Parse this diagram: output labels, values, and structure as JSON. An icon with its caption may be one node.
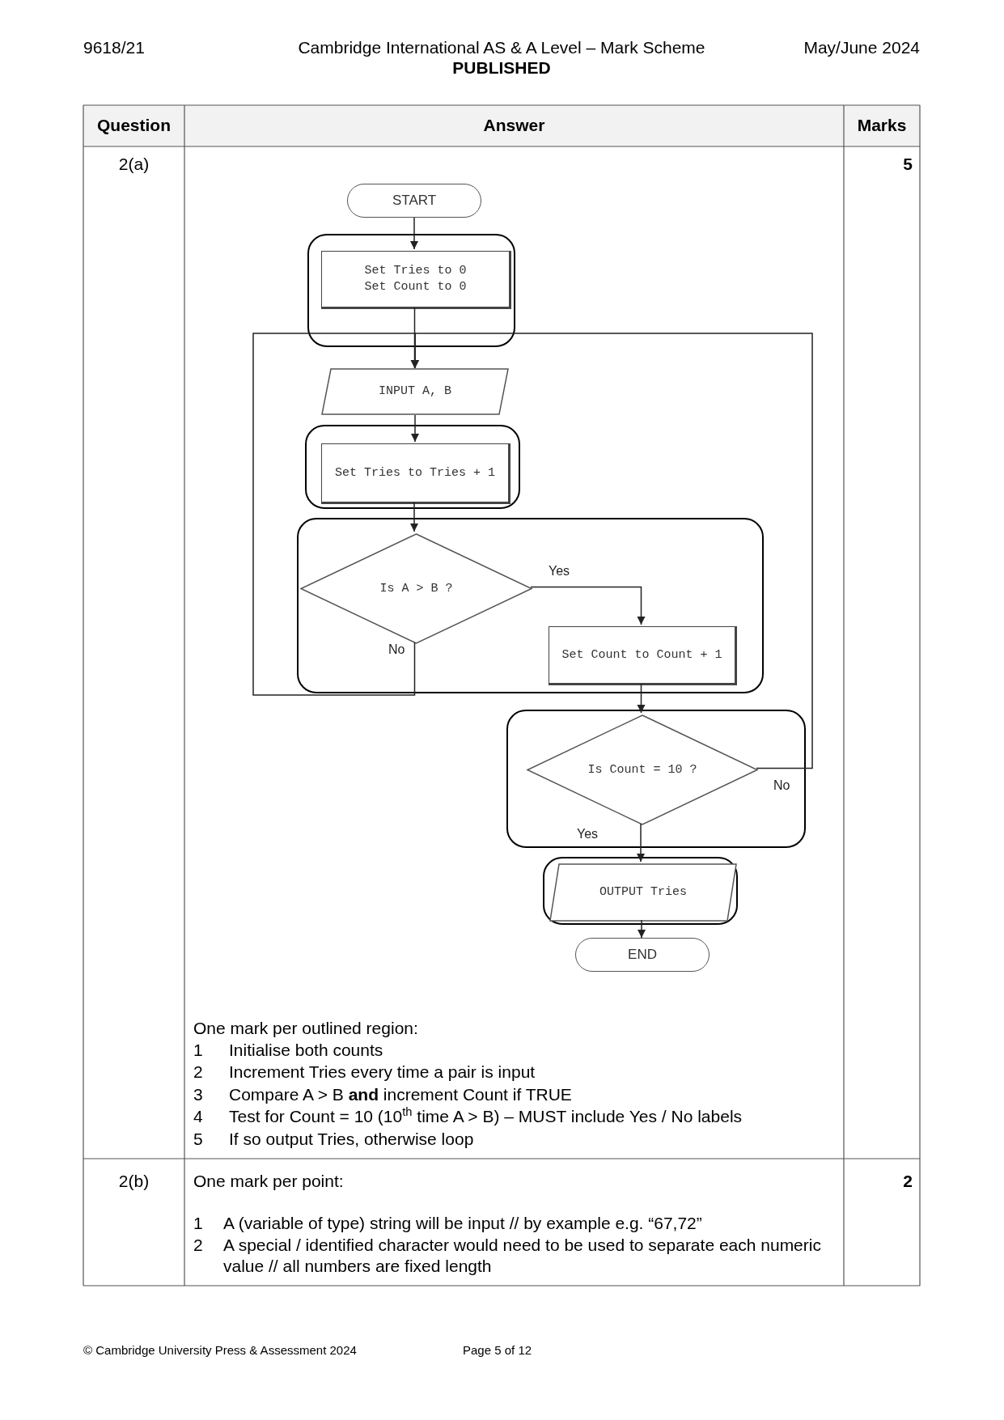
{
  "diagram": {
    "nodes": [
      {
        "text": [
          "START"
        ]
      },
      {
        "text": [],
        "shape": "box"
      },
      {
        "text": [
          "Set Tries to 0",
          "Set Count to 0"
        ],
        "in": 1
      },
      {
        "text": [
          "INPUT A, B"
        ]
      },
      {
        "text": [],
        "shape": "box"
      },
      {
        "text": [
          "Set Tries to Tries + 1"
        ],
        "in": 4
      },
      {
        "text": [],
        "shape": "box"
      },
      {
        "text": [
          "Is A > B ?"
        ],
        "in": 6
      },
      {
        "text": [
          "Set Count to Count + 1"
        ],
        "in": 6
      },
      {
        "text": [],
        "shape": "box"
      },
      {
        "text": [
          "Is Count = 10 ?"
        ],
        "in": 9
      },
      {
        "text": [],
        "shape": "box"
      },
      {
        "text": [
          "OUTPUT Tries"
        ],
        "in": 11
      },
      {
        "text": [
          "END"
        ]
      }
    ],
    "edges": [
      {
        "from": 0,
        "to": 2,
        "arrow": "to"
      },
      {
        "from": 2,
        "to": 3,
        "arrow": "to"
      },
      {
        "from": 3,
        "to": 5,
        "arrow": "to"
      },
      {
        "from": 5,
        "to": 7,
        "arrow": "to"
      },
      {
        "from": 7,
        "to": 8,
        "arrow": "to",
        "label": "Yes"
      },
      {
        "from": 7,
        "to": 3,
        "arrow": "to",
        "label": "No"
      },
      {
        "from": 8,
        "to": 10,
        "arrow": "to"
      },
      {
        "from": 10,
        "to": 3,
        "arrow": "to",
        "label": "No"
      },
      {
        "from": 10,
        "to": 12,
        "arrow": "to",
        "label": "Yes"
      },
      {
        "from": 12,
        "to": 13,
        "arrow": "to"
      }
    ],
    "labels": [
      "9618/21",
      "Cambridge International AS & A Level – Mark Scheme",
      "PUBLISHED",
      "May/June 2024",
      "Question",
      "Answer",
      "Marks",
      "2(a)",
      "5",
      "One mark per outlined region:",
      "1",
      "Initialise both counts",
      "2",
      "Increment Tries every time a pair is input",
      "3",
      "Compare A > B **and** increment Count if TRUE",
      "4",
      "Test for Count = 10 (10$^{th}$ time A > B) – MUST include Yes / No labels",
      "5",
      "If so output Tries, otherwise loop",
      "2(b)",
      "One mark per point:",
      "1",
      "A (variable of type) string will be input // by example e.g. “67,72”",
      "2",
      "A special / identified character would need to be used to separate each numeric value // all numbers are fixed length",
      "2",
      "© Cambridge University Press & Assessment 2024",
      "Page 5 of 12"
    ]
  }
}
